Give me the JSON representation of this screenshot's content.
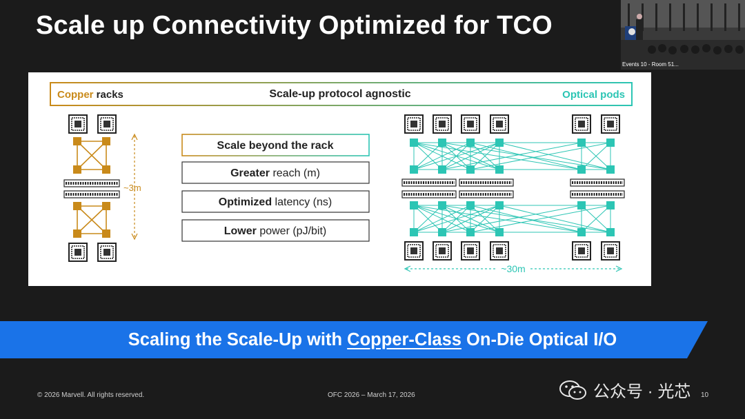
{
  "slide": {
    "title": "Scale up Connectivity Optimized for TCO",
    "video_label": "Events 10 - Room 51..."
  },
  "diagram": {
    "header": {
      "left_accent": "Copper",
      "left_rest": " racks",
      "center": "Scale-up protocol agnostic",
      "right": "Optical pods"
    },
    "copper_distance": "~3m",
    "optical_distance": "~30m",
    "features": [
      {
        "bold": "Scale beyond the rack",
        "rest": ""
      },
      {
        "bold": "Greater",
        "rest": " reach (m)"
      },
      {
        "bold": "Optimized",
        "rest": " latency (ns)"
      },
      {
        "bold": "Lower",
        "rest": " power (pJ/bit)"
      }
    ],
    "colors": {
      "copper": "#c98a1a",
      "optical": "#2cc5b4",
      "box_border": "#333333"
    }
  },
  "banner": {
    "pre": "Scaling the Scale-Up with ",
    "underlined": "Copper-Class",
    "post": " On-Die Optical I/O",
    "color": "#1a73e8"
  },
  "footer": {
    "copyright": "© 2026 Marvell. All rights reserved.",
    "event": "OFC 2026 – March 17, 2026",
    "page": "10"
  },
  "watermark": {
    "text": "公众号 · 光芯",
    "icon": "wechat-icon"
  }
}
